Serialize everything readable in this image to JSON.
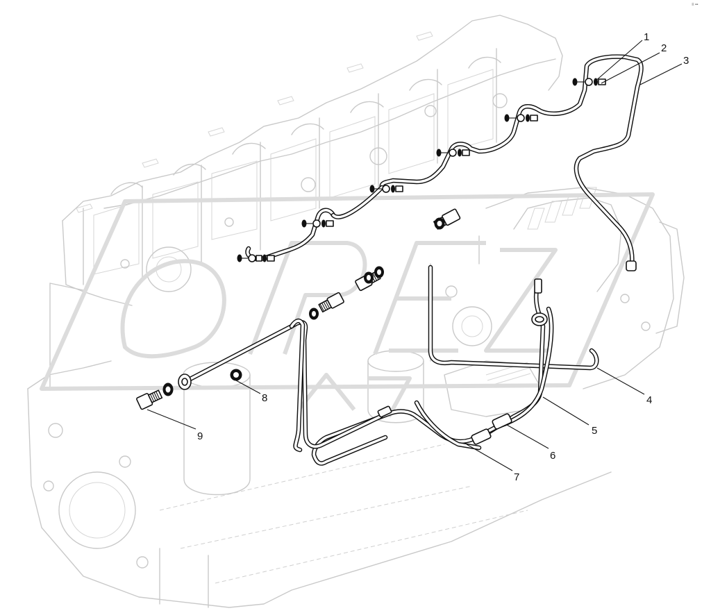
{
  "diagram": {
    "corner_mark": "≡ ▪▪",
    "callouts": [
      {
        "label": "1",
        "part": "banjo bolt"
      },
      {
        "label": "2",
        "part": "sealing washer"
      },
      {
        "label": "3",
        "part": "fuel return pipe"
      },
      {
        "label": "4",
        "part": "fuel pipe"
      },
      {
        "label": "5",
        "part": "fuel pipe"
      },
      {
        "label": "6",
        "part": "pipe clamp"
      },
      {
        "label": "7",
        "part": "fuel pipe"
      },
      {
        "label": "8",
        "part": "sealing washer"
      },
      {
        "label": "9",
        "part": "banjo bolt"
      }
    ]
  }
}
